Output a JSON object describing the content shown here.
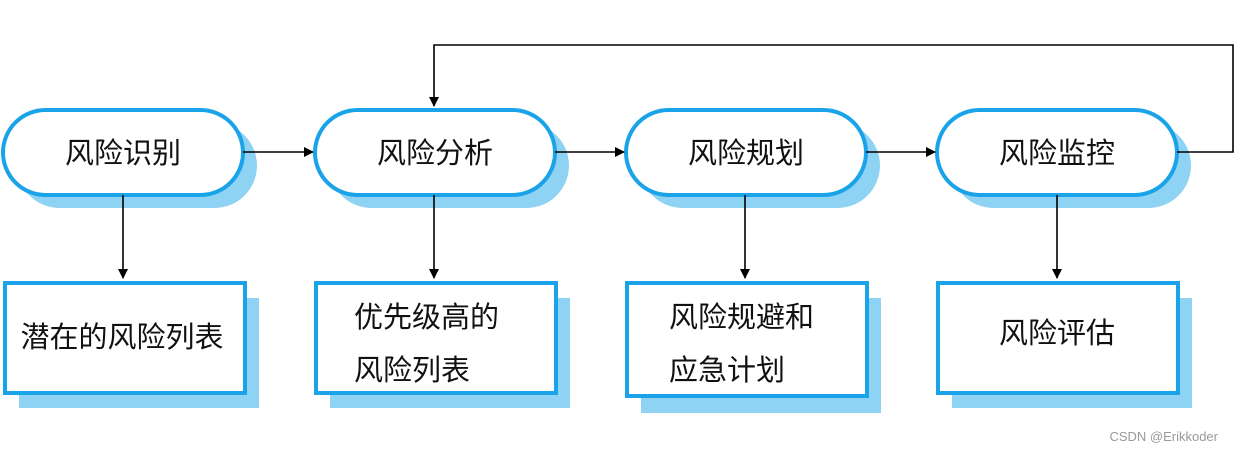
{
  "colors": {
    "border": "#1aa3e8",
    "shadow": "#8fd3f4",
    "arrow": "#000000",
    "text": "#111111"
  },
  "process": {
    "nodes": [
      {
        "label": "风险识别"
      },
      {
        "label": "风险分析"
      },
      {
        "label": "风险规划"
      },
      {
        "label": "风险监控"
      }
    ]
  },
  "outputs": [
    {
      "lines": [
        "潜在的风险列表"
      ]
    },
    {
      "lines": [
        "优先级高的",
        "风险列表"
      ]
    },
    {
      "lines": [
        "风险规避和",
        "应急计划"
      ]
    },
    {
      "lines": [
        "风险评估"
      ]
    }
  ],
  "watermark": "CSDN @Erikkoder"
}
